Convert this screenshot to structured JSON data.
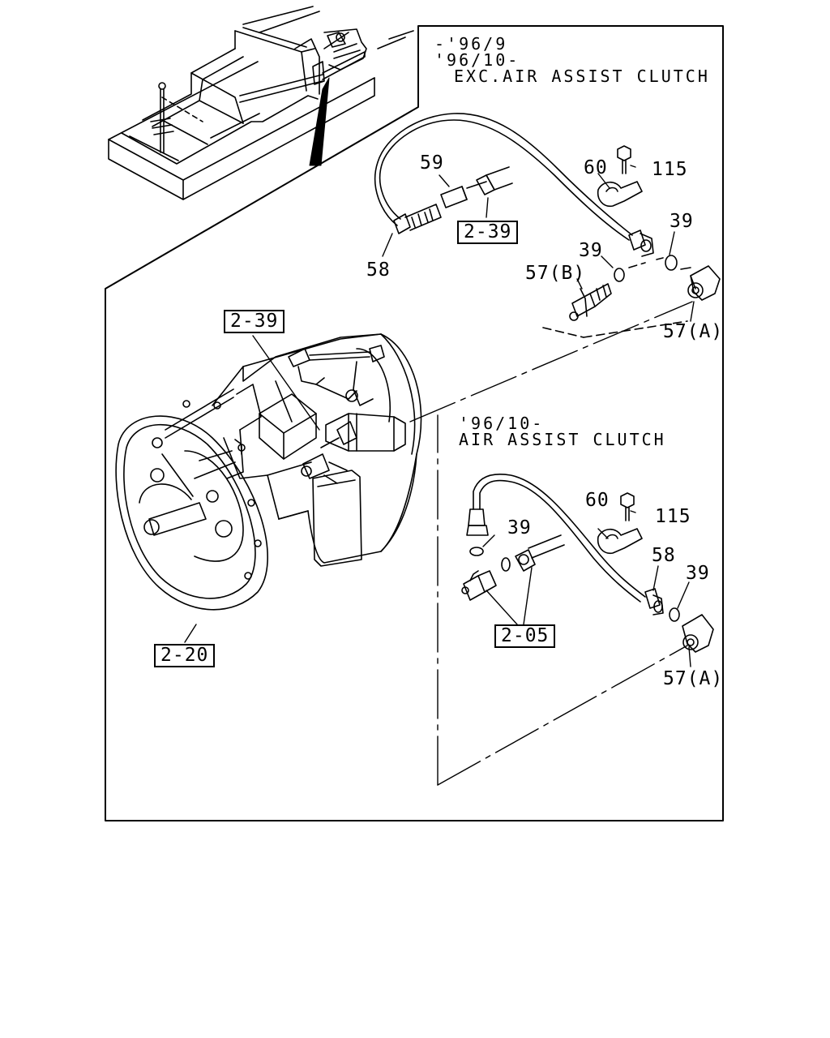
{
  "notes": {
    "upper_line1": "-'96/9",
    "upper_line2": "'96/10-",
    "upper_line3": "EXC.AIR ASSIST CLUTCH",
    "lower_line1": "'96/10-",
    "lower_line2": "AIR ASSIST CLUTCH"
  },
  "callouts": {
    "c59": "59",
    "c60_top": "60",
    "c115_top": "115",
    "c39_top_right": "39",
    "c39_top_mid": "39",
    "c57b": "57(B)",
    "c58_top": "58",
    "c57a_top": "57(A)",
    "c60_bot": "60",
    "c115_bot": "115",
    "c39_bot_left": "39",
    "c58_bot": "58",
    "c39_bot_right": "39",
    "c57a_bot": "57(A)"
  },
  "refboxes": {
    "r239_top": "2-39",
    "r239_mid": "2-39",
    "r205": "2-05",
    "r220": "2-20"
  }
}
